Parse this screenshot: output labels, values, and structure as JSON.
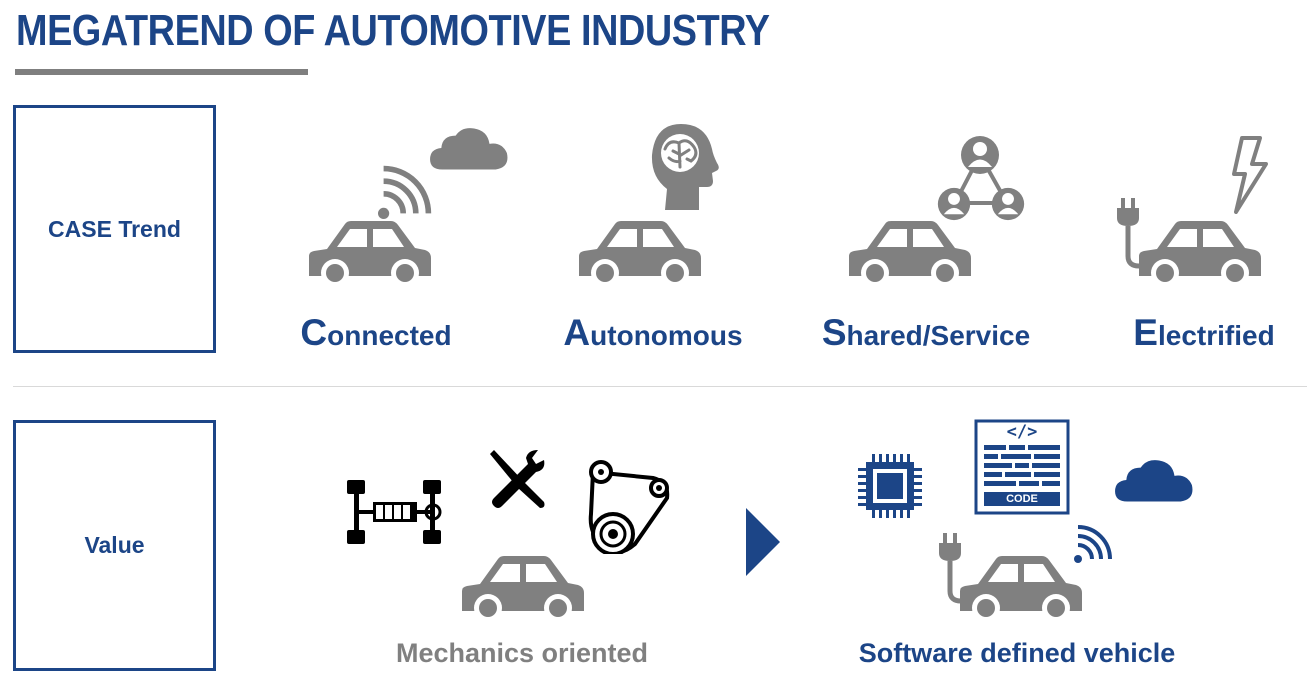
{
  "title": "MEGATREND OF AUTOMOTIVE INDUSTRY",
  "rows": {
    "case": {
      "label": "CASE Trend"
    },
    "value": {
      "label": "Value"
    }
  },
  "trends": [
    {
      "initial": "C",
      "rest": "onnected",
      "icon": "connected-car-cloud-icon"
    },
    {
      "initial": "A",
      "rest": "utonomous",
      "icon": "autonomous-car-brain-icon"
    },
    {
      "initial": "S",
      "rest": "hared/Service",
      "icon": "shared-car-people-icon"
    },
    {
      "initial": "E",
      "rest": "lectrified",
      "icon": "electric-car-plug-icon"
    }
  ],
  "value_items": {
    "mechanics": {
      "label": "Mechanics oriented"
    },
    "software": {
      "label": "Software defined vehicle",
      "code_label": "CODE",
      "code_tag": "</>"
    }
  },
  "colors": {
    "brand_blue": "#1c4587",
    "gray": "#808080",
    "black": "#000000"
  }
}
